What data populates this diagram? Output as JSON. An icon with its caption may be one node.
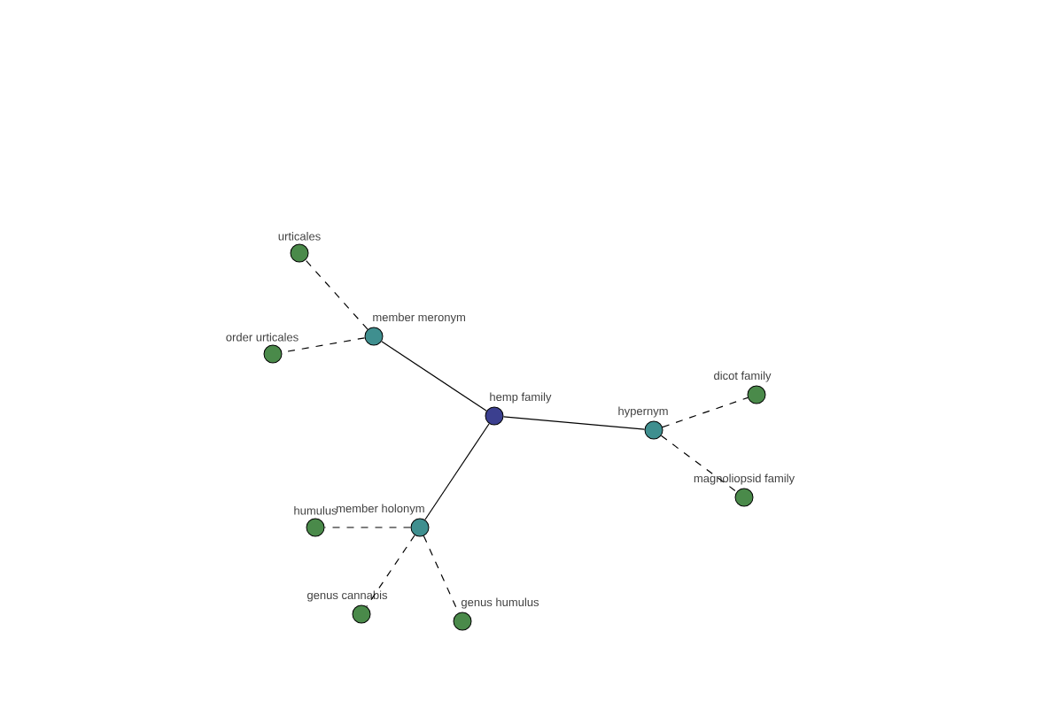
{
  "diagram": {
    "nodes": [
      {
        "text": [
          "hemp family"
        ]
      },
      {
        "text": [
          "member meronym"
        ]
      },
      {
        "text": [
          "hypernym"
        ]
      },
      {
        "text": [
          "member holonym"
        ]
      },
      {
        "text": [
          "urticales"
        ]
      },
      {
        "text": [
          "order urticales"
        ]
      },
      {
        "text": [
          "dicot family"
        ]
      },
      {
        "text": [
          "magnoliopsid family"
        ]
      },
      {
        "text": [
          "humulus"
        ]
      },
      {
        "text": [
          "genus cannabis"
        ]
      },
      {
        "text": [
          "genus humulus"
        ]
      }
    ],
    "edges": [
      {
        "from": 0,
        "to": 1,
        "arrow": "none"
      },
      {
        "from": 0,
        "to": 2,
        "arrow": "none"
      },
      {
        "from": 0,
        "to": 3,
        "arrow": "none"
      },
      {
        "from": 1,
        "to": 4,
        "arrow": "none",
        "style": "dashed"
      },
      {
        "from": 1,
        "to": 5,
        "arrow": "none",
        "style": "dashed"
      },
      {
        "from": 2,
        "to": 6,
        "arrow": "none",
        "style": "dashed"
      },
      {
        "from": 2,
        "to": 7,
        "arrow": "none",
        "style": "dashed"
      },
      {
        "from": 3,
        "to": 8,
        "arrow": "none",
        "style": "dashed"
      },
      {
        "from": 3,
        "to": 9,
        "arrow": "none",
        "style": "dashed"
      },
      {
        "from": 3,
        "to": 10,
        "arrow": "none",
        "style": "dashed"
      }
    ]
  }
}
